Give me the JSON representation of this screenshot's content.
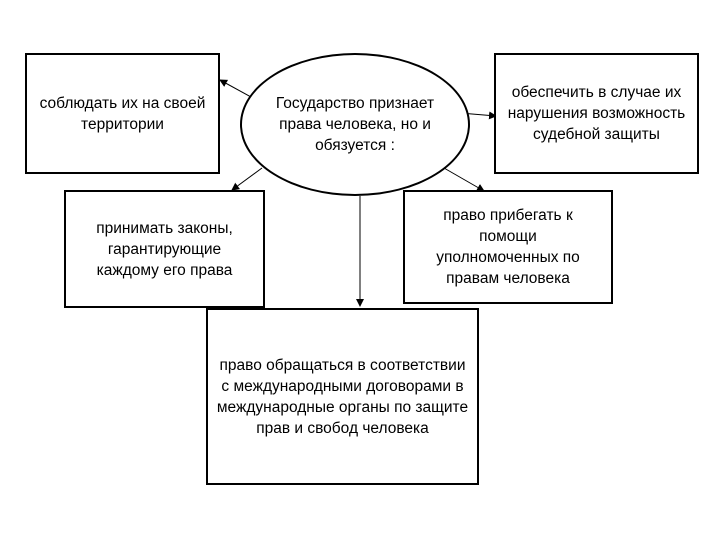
{
  "center": {
    "text": "Государство признает права человека, но и обязуется :"
  },
  "boxes": {
    "top_left": "соблюдать их на своей территории",
    "top_right": "обеспечить в случае их нарушения возможность судебной защиты",
    "mid_left": "принимать законы, гарантирующие каждому его права",
    "mid_right": "право прибегать к помощи уполномоченных по правам человека",
    "bottom": "право обращаться в соответствии с международными договорами в международные органы по защите прав и свобод человека"
  },
  "colors": {
    "stroke": "#000000",
    "fill": "#ffffff"
  }
}
